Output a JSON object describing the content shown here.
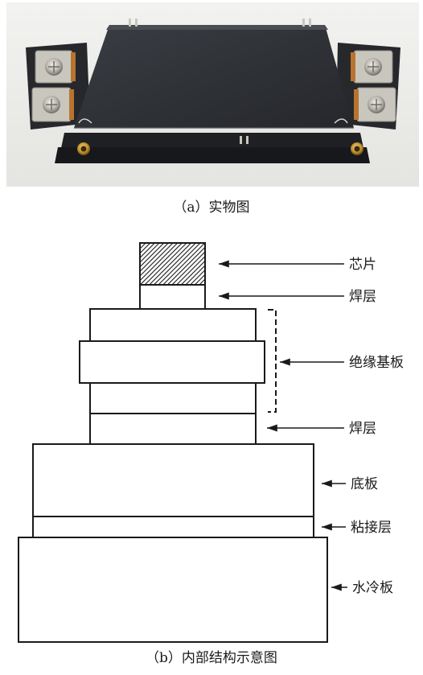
{
  "photo": {
    "caption": "（a）实物图"
  },
  "diagram": {
    "caption": "（b）内部结构示意图",
    "layers": [
      {
        "key": "chip",
        "label": "芯片"
      },
      {
        "key": "solder_top",
        "label": "焊层"
      },
      {
        "key": "substrate",
        "label": "绝缘基板"
      },
      {
        "key": "solder_bottom",
        "label": "焊层"
      },
      {
        "key": "baseplate",
        "label": "底板"
      },
      {
        "key": "adhesive",
        "label": "粘接层"
      },
      {
        "key": "cold_plate",
        "label": "水冷板"
      }
    ]
  },
  "colors": {
    "module_body": "#2b2e33",
    "terminal_metal": "#c9c6be",
    "copper": "#b8742f",
    "chip_hatch": "#1a1a1a"
  }
}
